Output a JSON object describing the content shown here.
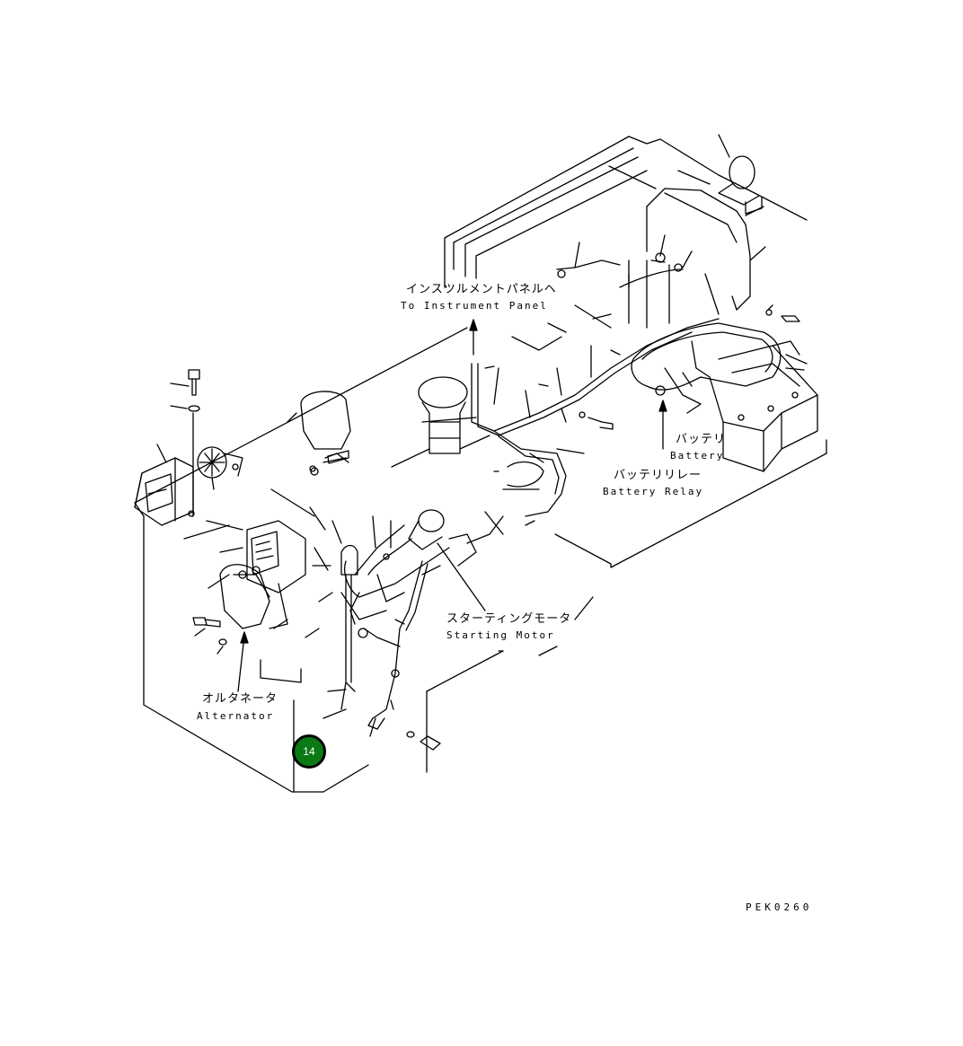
{
  "labels": {
    "instrument_panel": {
      "jp": "インスツルメントパネルヘ",
      "en": "To Instrument Panel"
    },
    "battery": {
      "jp": "バッテリ",
      "en": "Battery"
    },
    "battery_relay": {
      "jp": "バッテリリレー",
      "en": "Battery Relay"
    },
    "starting_motor": {
      "jp": "スターティングモータ",
      "en": "Starting Motor"
    },
    "alternator": {
      "jp": "オルタネータ",
      "en": "Alternator"
    }
  },
  "callout": {
    "number": "14",
    "fill_color": "#0a7a14"
  },
  "drawing_code": "PEK0260",
  "line_color": "#000000"
}
